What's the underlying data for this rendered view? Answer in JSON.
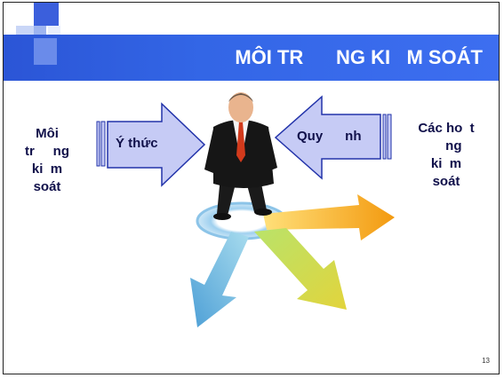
{
  "slide": {
    "title": "MÔI TR      NG KI   M SOÁT",
    "left_text": "Môi\ntr     ng\nki  m\nsoát",
    "right_text": "Các ho  t\n    ng\nki  m\nsoát",
    "left_arrow_label": "Ý thức",
    "right_arrow_label": "Quy      nh",
    "page_number": "13"
  },
  "colors": {
    "header_blue": "#3366e6",
    "arrow_fill": "#c6cbf5",
    "arrow_stroke": "#2233aa",
    "text_dark": "#10104a"
  },
  "icons": [
    "businessman-figure",
    "directional-arrows-graphic",
    "corner-squares-decoration"
  ]
}
